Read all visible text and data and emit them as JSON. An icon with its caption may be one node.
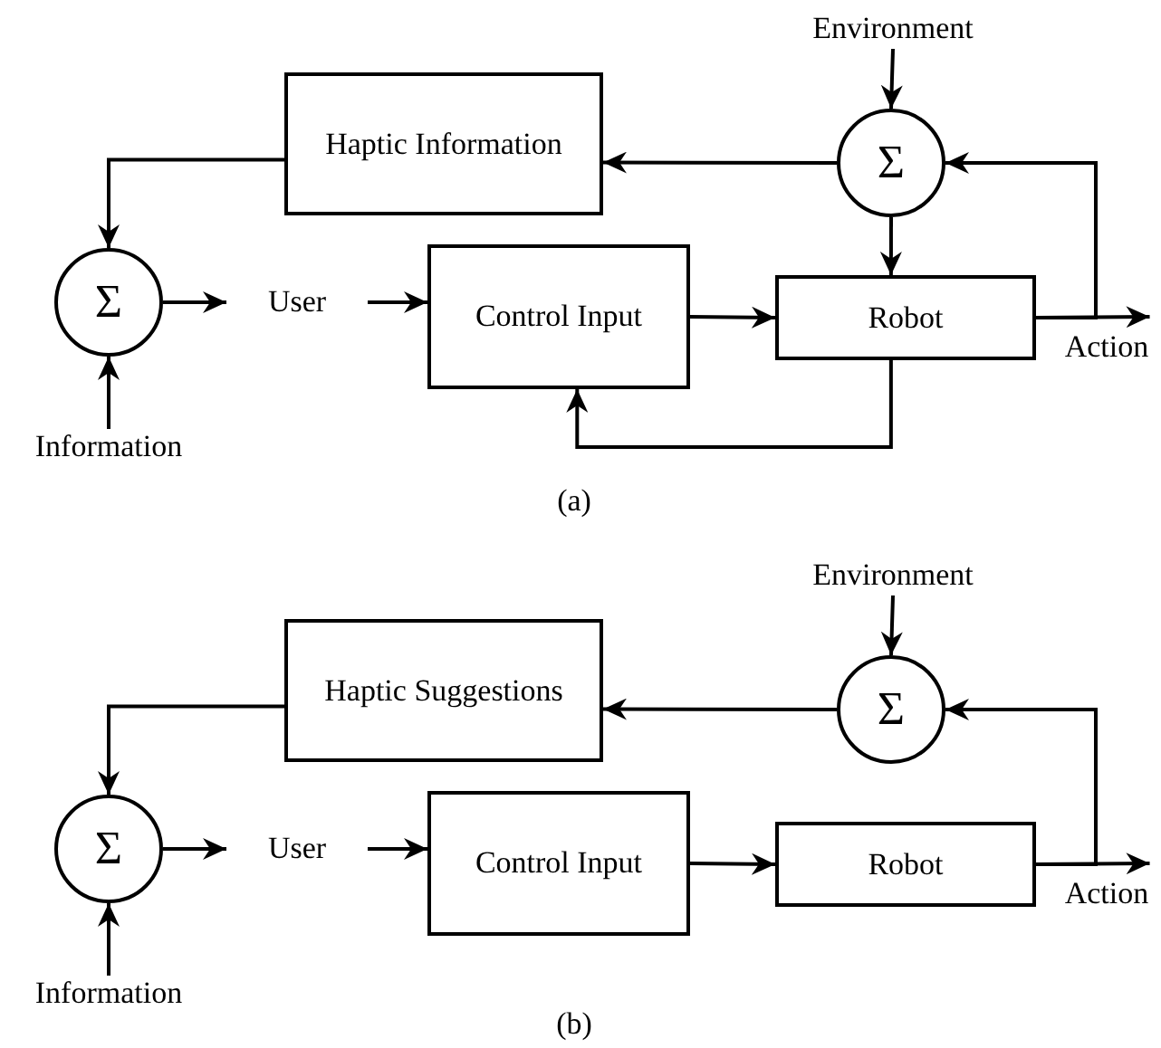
{
  "diagram": {
    "nodes": [
      {
        "text": [
          "Environment"
        ]
      },
      {
        "text": [
          "Σ"
        ]
      },
      {
        "text": [
          "Haptic Information"
        ]
      },
      {
        "text": [
          "Σ"
        ]
      },
      {
        "text": [
          "User"
        ]
      },
      {
        "text": [
          "Control Input"
        ]
      },
      {
        "text": [
          "Robot"
        ]
      },
      {
        "text": [
          "Action"
        ]
      },
      {
        "text": [
          "Information"
        ]
      },
      {
        "text": [
          "Environment"
        ]
      },
      {
        "text": [
          "Σ"
        ]
      },
      {
        "text": [
          "Haptic Suggestions"
        ]
      },
      {
        "text": [
          "Σ"
        ]
      },
      {
        "text": [
          "User"
        ]
      },
      {
        "text": [
          "Control Input"
        ]
      },
      {
        "text": [
          "Robot"
        ]
      },
      {
        "text": [
          "Action"
        ]
      },
      {
        "text": [
          "Information"
        ]
      }
    ],
    "edges": [
      {
        "from": 0,
        "to": 1,
        "arrow": "to"
      },
      {
        "from": 1,
        "to": 2,
        "arrow": "to"
      },
      {
        "from": 1,
        "to": 6,
        "arrow": "to"
      },
      {
        "from": 6,
        "to": 1,
        "arrow": "to"
      },
      {
        "from": 6,
        "to": 7,
        "arrow": "to"
      },
      {
        "from": 2,
        "to": 3,
        "arrow": "to"
      },
      {
        "from": 8,
        "to": 3,
        "arrow": "to"
      },
      {
        "from": 3,
        "to": 4,
        "arrow": "to"
      },
      {
        "from": 4,
        "to": 5,
        "arrow": "to"
      },
      {
        "from": 5,
        "to": 6,
        "arrow": "to"
      },
      {
        "from": 6,
        "to": 5,
        "arrow": "to"
      },
      {
        "from": 9,
        "to": 10,
        "arrow": "to"
      },
      {
        "from": 10,
        "to": 11,
        "arrow": "to"
      },
      {
        "from": 15,
        "to": 10,
        "arrow": "to"
      },
      {
        "from": 15,
        "to": 16,
        "arrow": "to"
      },
      {
        "from": 11,
        "to": 12,
        "arrow": "to"
      },
      {
        "from": 17,
        "to": 12,
        "arrow": "to"
      },
      {
        "from": 12,
        "to": 13,
        "arrow": "to"
      },
      {
        "from": 13,
        "to": 14,
        "arrow": "to"
      },
      {
        "from": 14,
        "to": 15,
        "arrow": "to"
      }
    ],
    "labels": [
      "(a)",
      "(b)"
    ]
  }
}
